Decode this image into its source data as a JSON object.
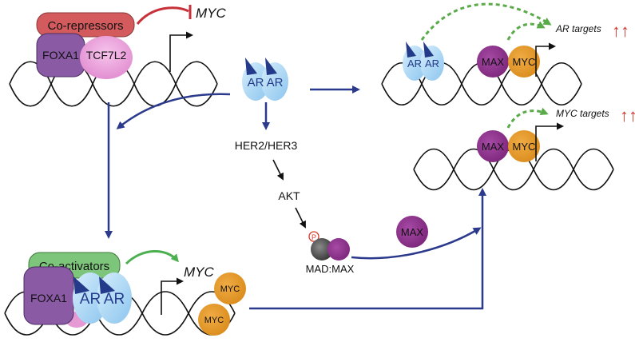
{
  "colors": {
    "arrow_blue": "#2b3a8c",
    "repress_red": "#c8313a",
    "activate_green": "#4caf50",
    "dashed_green": "#5aaa4a",
    "up_red": "#d43a2f",
    "ar_light": "#a9d7f5",
    "ar_dark": "#243a8a",
    "max_purple": "#8e2e8e",
    "myc_orange": "#e59726",
    "foxa1_purple": "#8a5aa5",
    "tcf7l2_pink": "#e59ad4",
    "corepressor_red": "#d35b5e",
    "coactivator_green": "#7cc57a",
    "mad_gray": "#555555",
    "phospho_red": "#d83a2a"
  },
  "top_left": {
    "corepressors_label": "Co-repressors",
    "foxa1_label": "FOXA1",
    "tcf7l2_label": "TCF7L2",
    "gene_label": "MYC"
  },
  "center": {
    "ar_label_1": "AR",
    "ar_label_2": "AR",
    "her_label": "HER2/HER3",
    "akt_label": "AKT",
    "phospho_label": "P",
    "madmax_label": "MAD:MAX",
    "free_max_label": "MAX"
  },
  "bottom_left": {
    "coactivators_label": "Co-activators",
    "foxa1_label": "FOXA1",
    "ar_label_1": "AR",
    "ar_label_2": "AR",
    "gene_label": "MYC",
    "myc_protein_1": "MYC",
    "myc_protein_2": "MYC"
  },
  "top_right": {
    "ar_label_1": "AR",
    "ar_label_2": "AR",
    "max_label": "MAX",
    "myc_label": "MYC",
    "targets_label": "AR targets",
    "up_arrows": "↑↑"
  },
  "mid_right": {
    "max_label": "MAX",
    "myc_label": "MYC",
    "targets_label": "MYC targets",
    "up_arrows": "↑↑"
  }
}
